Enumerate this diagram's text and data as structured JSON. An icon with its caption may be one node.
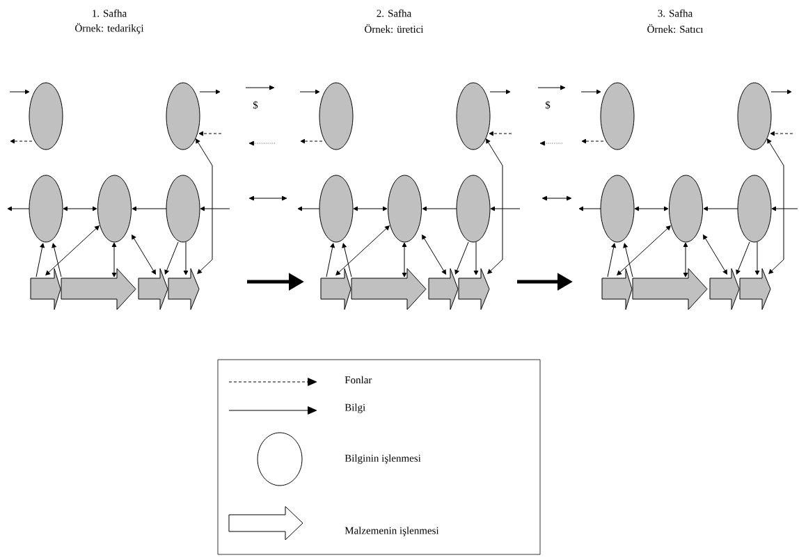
{
  "diagram": {
    "nodes": [
      {
        "text": [],
        "shape": "ellipse"
      },
      {
        "text": [],
        "shape": "ellipse"
      },
      {
        "text": [],
        "shape": "ellipse"
      },
      {
        "text": [],
        "shape": "ellipse"
      },
      {
        "text": [],
        "shape": "ellipse"
      },
      {
        "text": [],
        "shape": "arrow"
      },
      {
        "text": [],
        "shape": "arrow"
      },
      {
        "text": [],
        "shape": "arrow"
      },
      {
        "text": [],
        "shape": "arrow"
      },
      {
        "text": [],
        "shape": "ellipse"
      },
      {
        "text": [],
        "shape": "ellipse"
      },
      {
        "text": [],
        "shape": "ellipse"
      },
      {
        "text": [],
        "shape": "ellipse"
      },
      {
        "text": [],
        "shape": "ellipse"
      },
      {
        "text": [],
        "shape": "arrow"
      },
      {
        "text": [],
        "shape": "arrow"
      },
      {
        "text": [],
        "shape": "arrow"
      },
      {
        "text": [],
        "shape": "arrow"
      },
      {
        "text": [],
        "shape": "ellipse"
      },
      {
        "text": [],
        "shape": "ellipse"
      },
      {
        "text": [],
        "shape": "ellipse"
      },
      {
        "text": [],
        "shape": "ellipse"
      },
      {
        "text": [],
        "shape": "ellipse"
      },
      {
        "text": [],
        "shape": "arrow"
      },
      {
        "text": [],
        "shape": "arrow"
      },
      {
        "text": [],
        "shape": "arrow"
      },
      {
        "text": [],
        "shape": "arrow"
      }
    ],
    "edges": [
      {
        "from": null,
        "to": 0,
        "arrow": "to"
      },
      {
        "from": 0,
        "to": null,
        "arrow": "to",
        "style": "dashed"
      },
      {
        "from": 1,
        "to": null,
        "arrow": "to"
      },
      {
        "from": null,
        "to": 1,
        "arrow": "to",
        "style": "dashed"
      },
      {
        "from": 8,
        "to": 1,
        "arrow": "both"
      },
      {
        "from": 2,
        "to": null,
        "arrow": "to"
      },
      {
        "from": 2,
        "to": 3,
        "arrow": "both"
      },
      {
        "from": 4,
        "to": 3,
        "arrow": "to"
      },
      {
        "from": null,
        "to": 4,
        "arrow": "to"
      },
      {
        "from": 5,
        "to": 2,
        "arrow": "to"
      },
      {
        "from": 5,
        "to": 2,
        "arrow": "to"
      },
      {
        "from": 3,
        "to": 5,
        "arrow": "both"
      },
      {
        "from": 3,
        "to": 6,
        "arrow": "both"
      },
      {
        "from": 3,
        "to": 7,
        "arrow": "both"
      },
      {
        "from": 4,
        "to": 7,
        "arrow": "to"
      },
      {
        "from": 4,
        "to": 8,
        "arrow": "to"
      },
      {
        "from": null,
        "to": 9,
        "arrow": "to"
      },
      {
        "from": 9,
        "to": null,
        "arrow": "to",
        "style": "dashed"
      },
      {
        "from": 10,
        "to": null,
        "arrow": "to"
      },
      {
        "from": null,
        "to": 10,
        "arrow": "to",
        "style": "dashed"
      },
      {
        "from": 17,
        "to": 10,
        "arrow": "both"
      },
      {
        "from": 11,
        "to": null,
        "arrow": "to"
      },
      {
        "from": 11,
        "to": 12,
        "arrow": "both"
      },
      {
        "from": 13,
        "to": 12,
        "arrow": "to"
      },
      {
        "from": null,
        "to": 13,
        "arrow": "to"
      },
      {
        "from": 14,
        "to": 11,
        "arrow": "to"
      },
      {
        "from": 14,
        "to": 11,
        "arrow": "to"
      },
      {
        "from": 12,
        "to": 14,
        "arrow": "both"
      },
      {
        "from": 12,
        "to": 15,
        "arrow": "both"
      },
      {
        "from": 12,
        "to": 16,
        "arrow": "both"
      },
      {
        "from": 13,
        "to": 16,
        "arrow": "to"
      },
      {
        "from": 13,
        "to": 17,
        "arrow": "to"
      },
      {
        "from": null,
        "to": 18,
        "arrow": "to"
      },
      {
        "from": 18,
        "to": null,
        "arrow": "to",
        "style": "dashed"
      },
      {
        "from": 19,
        "to": null,
        "arrow": "to"
      },
      {
        "from": null,
        "to": 19,
        "arrow": "to",
        "style": "dashed"
      },
      {
        "from": 26,
        "to": 19,
        "arrow": "both"
      },
      {
        "from": 20,
        "to": null,
        "arrow": "to"
      },
      {
        "from": 20,
        "to": 21,
        "arrow": "both"
      },
      {
        "from": 22,
        "to": 21,
        "arrow": "to"
      },
      {
        "from": null,
        "to": 22,
        "arrow": "to"
      },
      {
        "from": 23,
        "to": 20,
        "arrow": "to"
      },
      {
        "from": 23,
        "to": 20,
        "arrow": "to"
      },
      {
        "from": 21,
        "to": 23,
        "arrow": "both"
      },
      {
        "from": 21,
        "to": 24,
        "arrow": "both"
      },
      {
        "from": 21,
        "to": 25,
        "arrow": "both"
      },
      {
        "from": 22,
        "to": 25,
        "arrow": "to"
      },
      {
        "from": 22,
        "to": 26,
        "arrow": "to"
      }
    ],
    "labels": [
      "1. Safha",
      "2. Safha",
      "3. Safha",
      "Örnek: tedarikçi",
      "Örnek: üretici",
      "Örnek: Satıcı",
      "$",
      "$"
    ],
    "legend": [
      {
        "text": "Fonlar"
      },
      {
        "text": "Bilgi"
      },
      {
        "text": "Bilginin işlenmesi"
      },
      {
        "text": "Malzemenin işlenmesi"
      }
    ]
  }
}
